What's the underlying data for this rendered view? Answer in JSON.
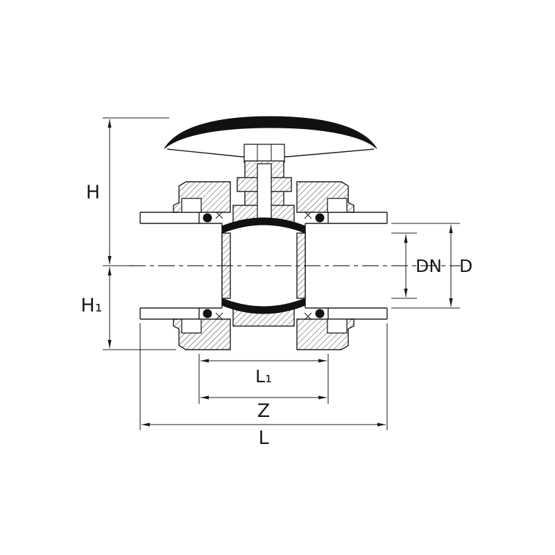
{
  "diagram": {
    "labels": {
      "H": "H",
      "H1": "H₁",
      "DN": "DN",
      "D": "D",
      "L1": "L₁",
      "Z": "Z",
      "L": "L"
    },
    "colors": {
      "line": "#1a1a1a",
      "black_fill": "#111111",
      "background": "#ffffff"
    }
  }
}
